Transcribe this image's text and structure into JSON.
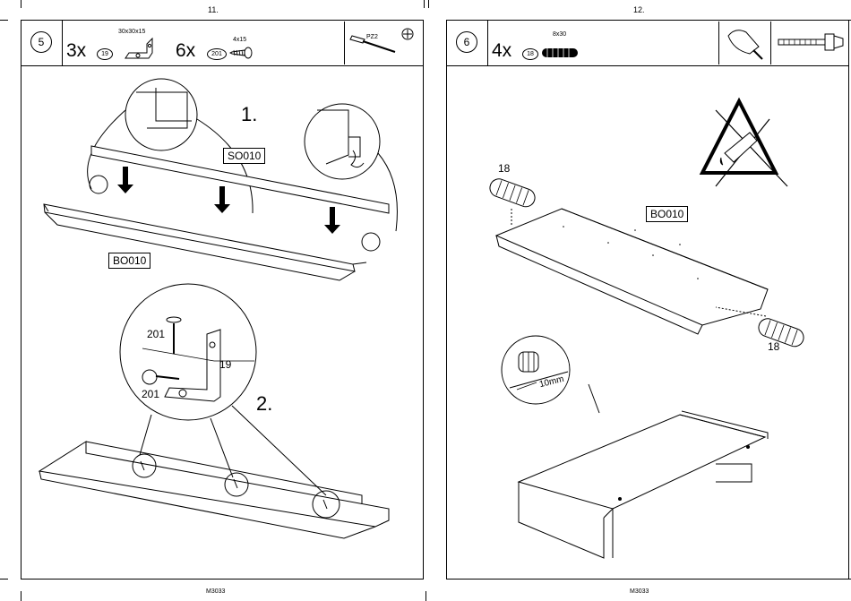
{
  "left": {
    "page_number": "11.",
    "footer": "M3033",
    "step": "5",
    "parts": [
      {
        "qty": "3x",
        "part": "19",
        "dims": "30x30x15"
      },
      {
        "qty": "6x",
        "part": "201",
        "dims": "4x15"
      }
    ],
    "tool_label": "PZ2",
    "sub_steps": [
      "1.",
      "2."
    ],
    "callouts": {
      "top_board": "SO010",
      "bottom_board": "BO010"
    },
    "detail_labels": {
      "screw_a": "201",
      "screw_b": "201",
      "bracket": "19"
    }
  },
  "right": {
    "page_number": "12.",
    "footer": "M3033",
    "step": "6",
    "parts": [
      {
        "qty": "4x",
        "part": "18",
        "dims": "8x30"
      }
    ],
    "callouts": {
      "board": "BO010"
    },
    "dowel_labels": [
      "18",
      "18"
    ],
    "detail_measure": "10mm"
  }
}
